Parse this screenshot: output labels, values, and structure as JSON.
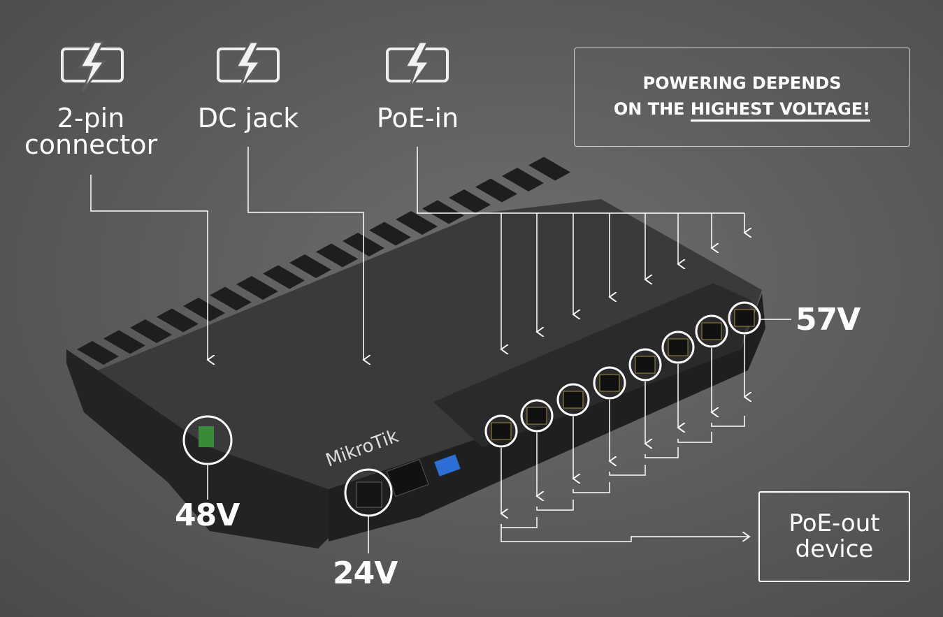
{
  "sources": [
    {
      "label_line1": "2-pin",
      "label_line2": "connector",
      "icon": "battery-bolt-icon",
      "voltage": "48V"
    },
    {
      "label_line1": "DC jack",
      "label_line2": "",
      "icon": "battery-bolt-icon",
      "voltage": "24V"
    },
    {
      "label_line1": "PoE-in",
      "label_line2": "",
      "icon": "battery-bolt-icon",
      "voltage": "57V"
    }
  ],
  "note": {
    "line1": "POWERING DEPENDS",
    "line2_prefix": "ON THE ",
    "line2_emphasis": "HIGHEST VOLTAGE!"
  },
  "poe_out": {
    "line1": "PoE-out",
    "line2": "device"
  },
  "device": {
    "brand": "MikroTik"
  },
  "colors": {
    "background": "#5e5e5e",
    "foreground": "#ffffff",
    "device": "#2b2b2d"
  }
}
